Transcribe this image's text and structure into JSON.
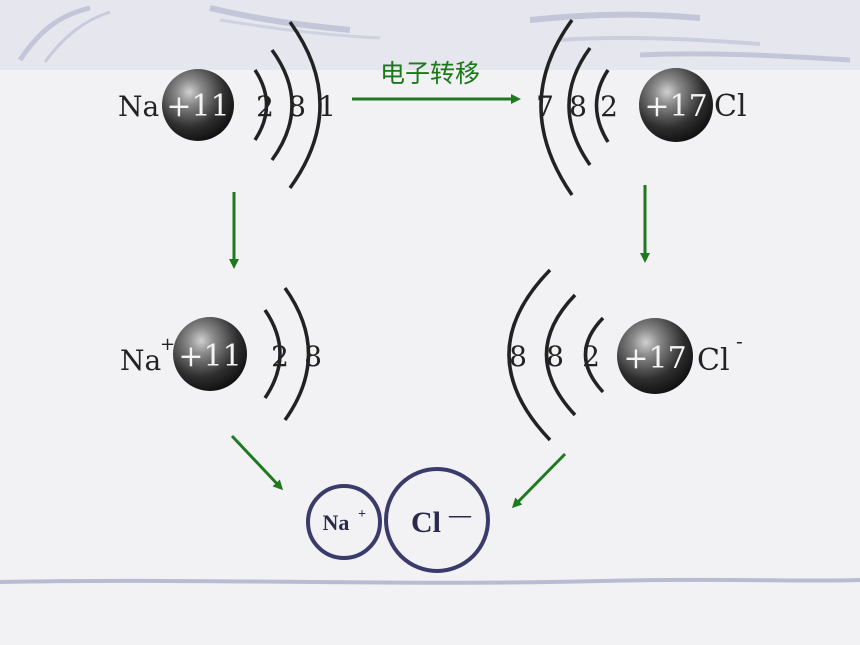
{
  "colors": {
    "arrow": "#1f7a1f",
    "ion_ring": "#3b3b6b",
    "decor": "#c3c6d8",
    "background": "#f2f2f4"
  },
  "transfer_label": "电子转移",
  "atoms": {
    "na": {
      "symbol": "Na",
      "nucleus": "+11",
      "shells": [
        "2",
        "8",
        "1"
      ]
    },
    "cl": {
      "symbol": "Cl",
      "nucleus": "+17",
      "shells": [
        "7",
        "8",
        "2"
      ]
    }
  },
  "ions": {
    "na_plus": {
      "symbol": "Na",
      "superscript": "+",
      "nucleus": "+11",
      "shells": [
        "2",
        "8"
      ]
    },
    "cl_minus": {
      "symbol": "Cl",
      "superscript": "-",
      "nucleus": "+17",
      "shells": [
        "8",
        "8",
        "2"
      ]
    }
  },
  "ionic_pair": {
    "cation": "Na",
    "cation_charge": "+",
    "anion": "Cl",
    "anion_charge": "—"
  }
}
